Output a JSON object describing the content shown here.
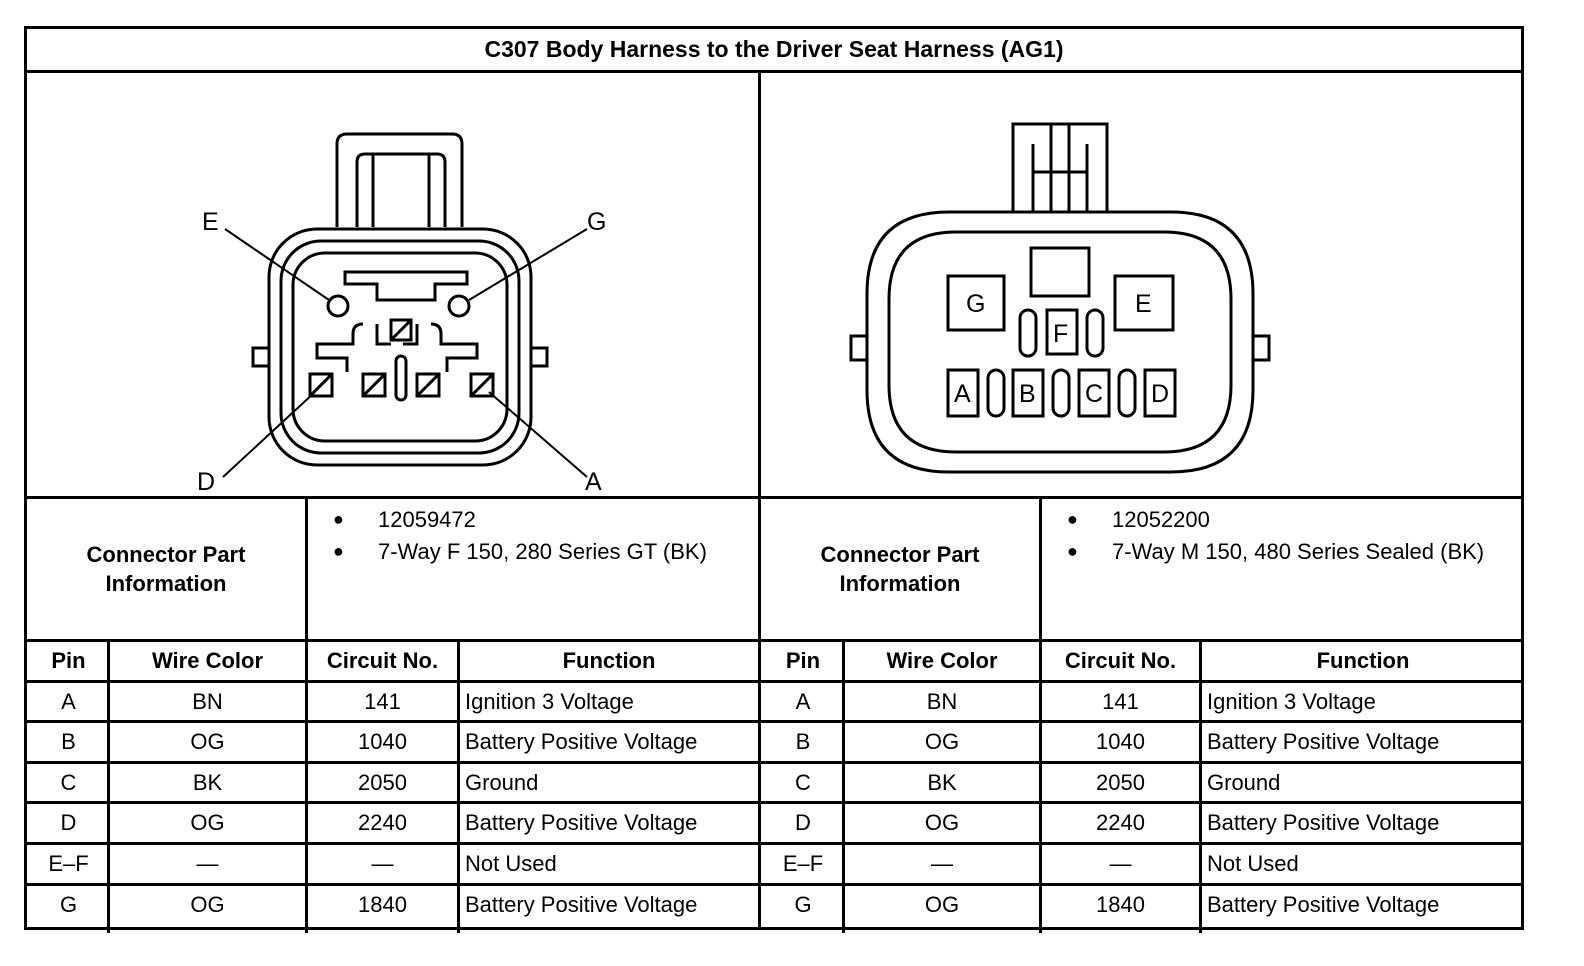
{
  "title": "C307 Body Harness to the Driver Seat Harness (AG1)",
  "left": {
    "diagram_labels": {
      "e": "E",
      "g": "G",
      "d": "D",
      "a": "A"
    },
    "cpi_label": "Connector Part Information",
    "cpi_items": [
      "12059472",
      "7-Way F 150, 280 Series GT (BK)"
    ]
  },
  "right": {
    "diagram_labels": {
      "g": "G",
      "e": "E",
      "f": "F",
      "a": "A",
      "b": "B",
      "c": "C",
      "d": "D"
    },
    "cpi_label": "Connector Part Information",
    "cpi_items": [
      "12052200",
      "7-Way M 150, 480 Series Sealed (BK)"
    ]
  },
  "table": {
    "headers": [
      "Pin",
      "Wire Color",
      "Circuit No.",
      "Function"
    ],
    "rows": [
      [
        "A",
        "BN",
        "141",
        "Ignition 3 Voltage"
      ],
      [
        "B",
        "OG",
        "1040",
        "Battery Positive Voltage"
      ],
      [
        "C",
        "BK",
        "2050",
        "Ground"
      ],
      [
        "D",
        "OG",
        "2240",
        "Battery Positive Voltage"
      ],
      [
        "E–F",
        "—",
        "—",
        "Not Used"
      ],
      [
        "G",
        "OG",
        "1840",
        "Battery Positive Voltage"
      ]
    ]
  }
}
